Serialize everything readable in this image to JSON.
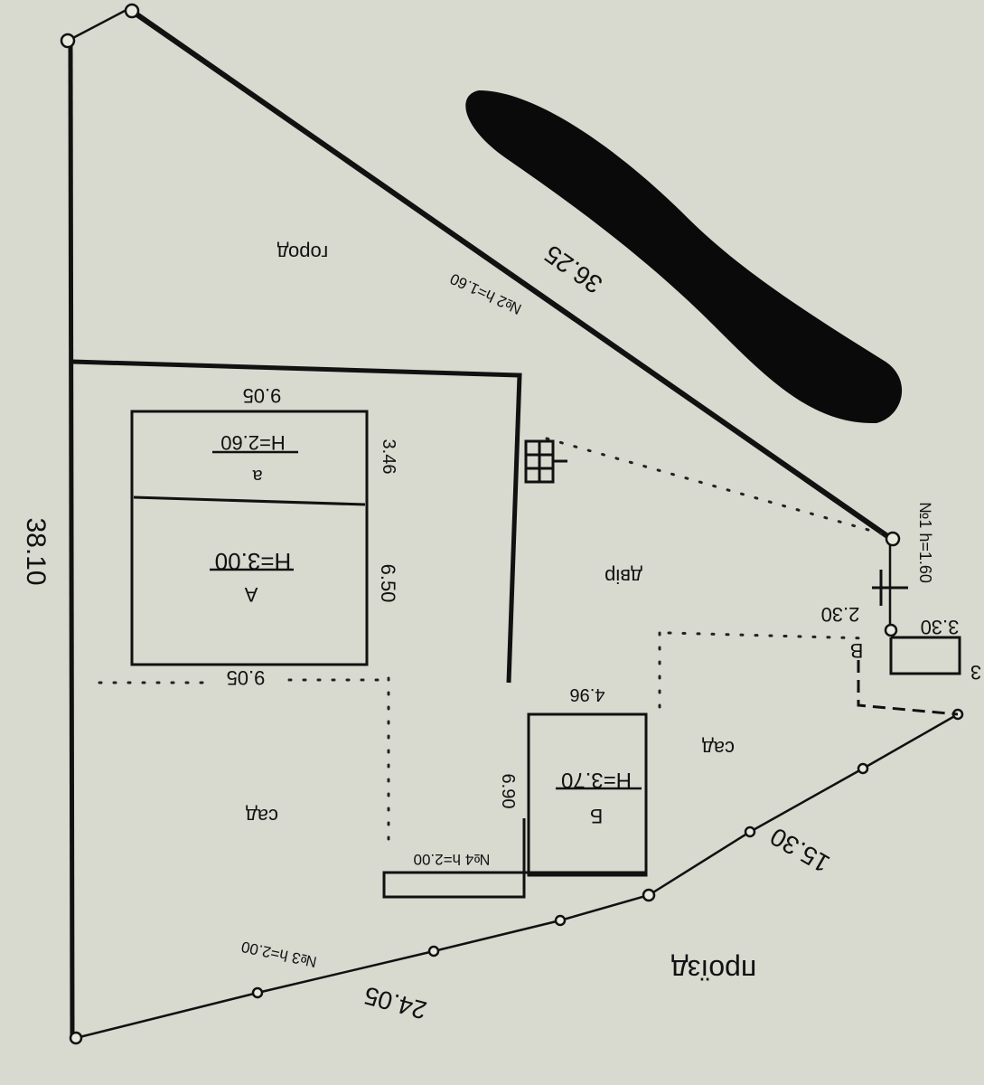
{
  "labels": {
    "dim_36_10": "38.10",
    "dim_36_25": "36.25",
    "dim_24_05": "24.05",
    "dim_15_30": "15.30",
    "dim_3_30": "3.30",
    "dim_2_30": "2.30",
    "dim_edge": "3",
    "street": "проїзд",
    "garden_top": "город",
    "garden_1": "сад",
    "garden_2": "сад",
    "yard": "двір",
    "fence_1": "№1 h=1.60",
    "fence_2": "№2 h=1.60",
    "fence_3": "№3 h=2.00",
    "fence_4": "№4 h=2.00",
    "house_a_letter": "А",
    "house_a_height": "H=3.00",
    "house_a_top": "9.05",
    "house_a_bottom": "9.05",
    "house_a_side": "6.50",
    "annex_letter": "а",
    "annex_height": "H=2.60",
    "annex_side": "3.46",
    "building_b_letter": "Б",
    "building_b_height": "H=3.70",
    "building_b_width": "4.96",
    "building_b_side": "6.90",
    "small_v_letter": "В"
  },
  "colors": {
    "background": "#d8d9cf",
    "line": "#111111",
    "marker": "#000000"
  }
}
